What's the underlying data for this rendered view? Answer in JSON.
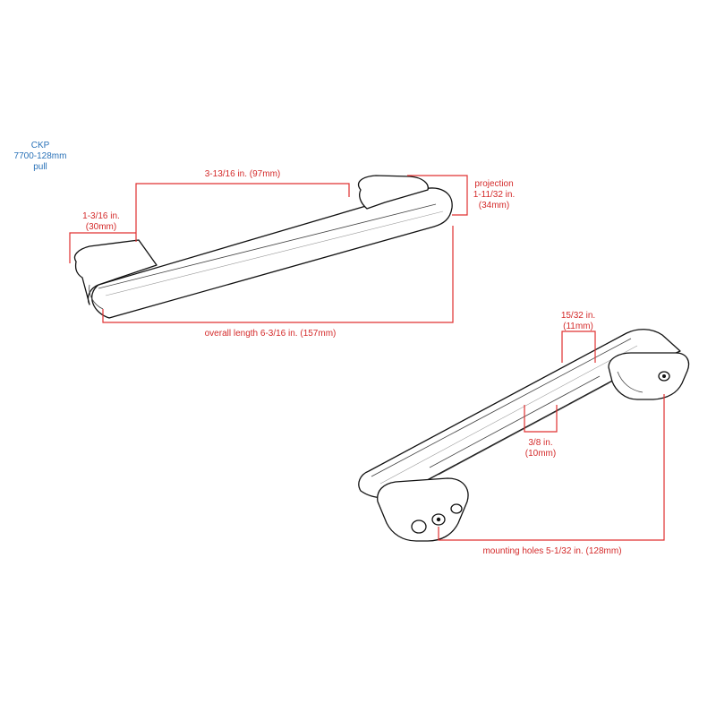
{
  "product": {
    "line1": "CKP",
    "line2": "7700-128mm",
    "line3": "pull"
  },
  "dimensions": {
    "center_span": "3-13/16 in. (97mm)",
    "leg_height_line1": "1-3/16 in.",
    "leg_height_line2": "(30mm)",
    "projection_line1": "projection",
    "projection_line2": "1-11/32 in.",
    "projection_line3": "(34mm)",
    "overall_length": "overall length 6-3/16 in. (157mm)",
    "bar_width_line1": "15/32 in.",
    "bar_width_line2": "(11mm)",
    "bar_thickness_line1": "3/8 in.",
    "bar_thickness_line2": "(10mm)",
    "mounting_holes": "mounting holes 5-1/32 in. (128mm)"
  },
  "colors": {
    "dimension": "#e03030",
    "title": "#2a72b8",
    "outline": "#111111"
  }
}
